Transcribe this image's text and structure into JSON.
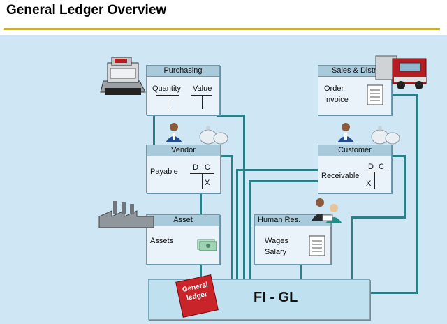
{
  "title": "General Ledger Overview",
  "boxes": {
    "purchasing": {
      "title": "Purchasing",
      "labels": [
        "Quantity",
        "Value"
      ]
    },
    "vendor": {
      "title": "Vendor",
      "label": "Payable",
      "d": "D",
      "c": "C",
      "x": "X"
    },
    "asset": {
      "title": "Asset",
      "label": "Assets"
    },
    "sales": {
      "title": "Sales & Distr.",
      "labels": [
        "Order",
        "Invoice"
      ]
    },
    "customer": {
      "title": "Customer",
      "label": "Receivable",
      "d": "D",
      "c": "C",
      "x": "X"
    },
    "hr": {
      "title": "Human Res.",
      "labels": [
        "Wages",
        "Salary"
      ]
    }
  },
  "fi_gl": "FI - GL",
  "book": [
    "General",
    "ledger"
  ],
  "colors": {
    "background": "#cfe6f4",
    "connector": "#2c7f86",
    "rule": "#c9b03a",
    "book": "#c8242a"
  }
}
